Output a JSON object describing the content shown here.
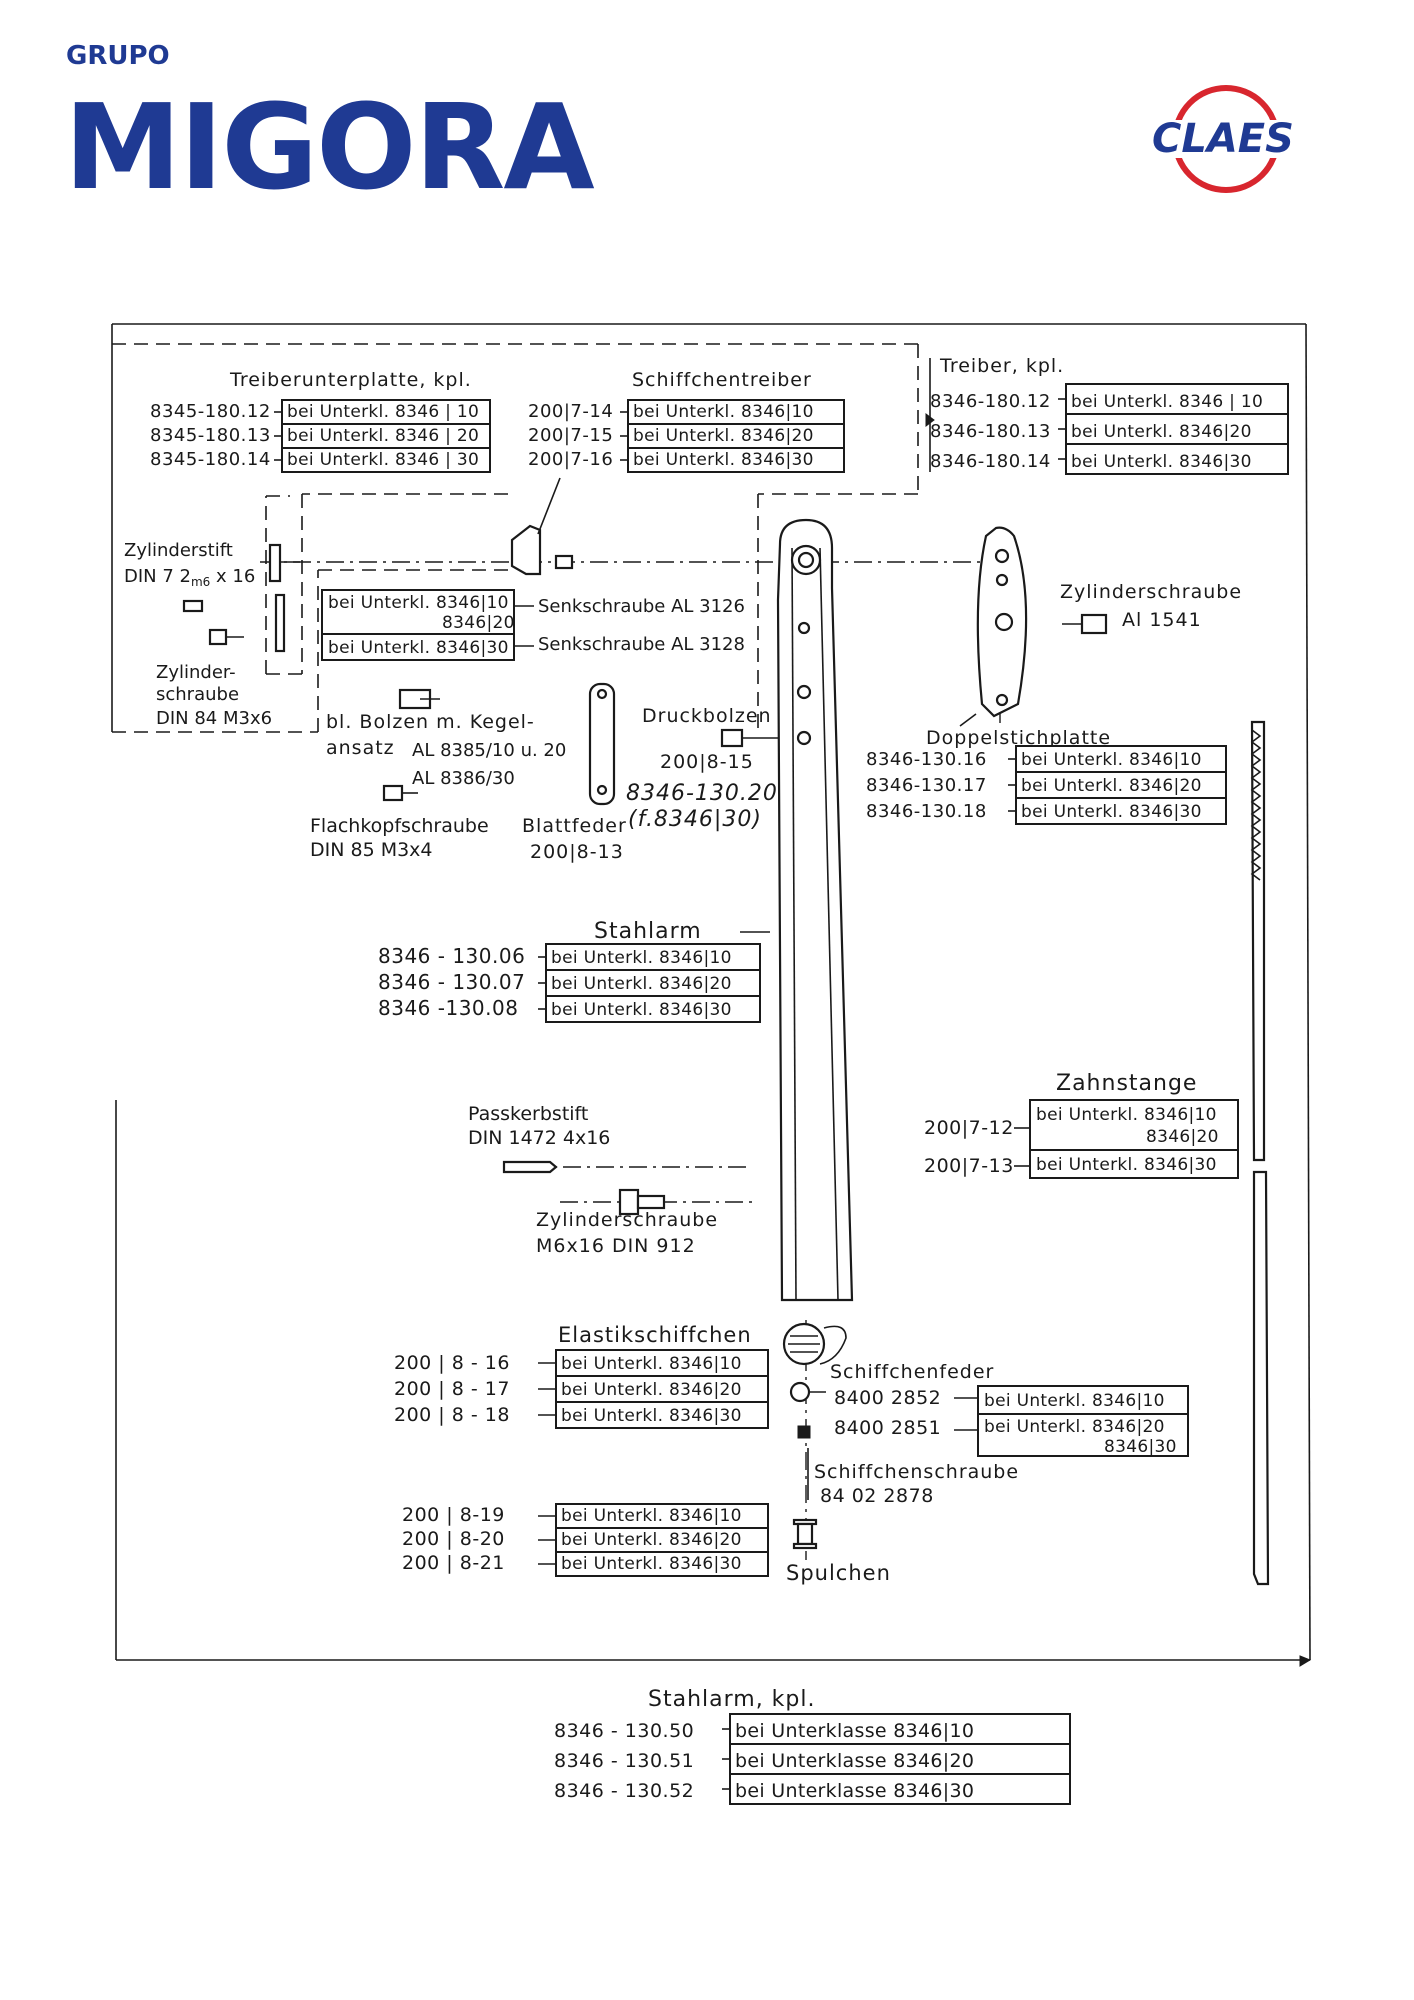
{
  "logos": {
    "migora_small": "GRUPO",
    "migora_big": "MIGORA",
    "claes": "CLAES",
    "migora_color": "#1f3a93",
    "claes_red": "#d8262e",
    "claes_blue": "#1f3a93"
  },
  "groups": {
    "treiberunterplatte": {
      "title": "Treiberunterplatte, kpl.",
      "rows": [
        {
          "part": "8345-180.12",
          "box": "bei Unterkl. 8346 | 10"
        },
        {
          "part": "8345-180.13",
          "box": "bei Unterkl. 8346 | 20"
        },
        {
          "part": "8345-180.14",
          "box": "bei Unterkl. 8346 | 30"
        }
      ]
    },
    "schiffchentreiber": {
      "title": "Schiffchentreiber",
      "rows": [
        {
          "part": "200|7-14",
          "box": "bei Unterkl. 8346|10"
        },
        {
          "part": "200|7-15",
          "box": "bei Unterkl. 8346|20"
        },
        {
          "part": "200|7-16",
          "box": "bei Unterkl. 8346|30"
        }
      ]
    },
    "treiber": {
      "title": "Treiber, kpl.",
      "rows": [
        {
          "part": "8346-180.12",
          "box": "bei Unterkl. 8346 | 10"
        },
        {
          "part": "8346-180.13",
          "box": "bei Unterkl. 8346|20"
        },
        {
          "part": "8346-180.14",
          "box": "bei Unterkl. 8346|30"
        }
      ]
    },
    "zylinderstift": {
      "l1": "Zylinderstift",
      "l2a": "DIN 7 2",
      "l2sub": "m6",
      "l2b": " x 16"
    },
    "senkschraube": {
      "box1a": "bei Unterkl. 8346|10",
      "box1b": "8346|20",
      "box2": "bei Unterkl. 8346|30",
      "lab1": "Senkschraube AL 3126",
      "lab2": "Senkschraube AL 3128"
    },
    "zylinderschraube_din84": {
      "l1": "Zylinder-",
      "l2": "schraube",
      "l3": "DIN 84 M3x6"
    },
    "zylinderschraube_al": {
      "l1": "Zylinderschraube",
      "l2": "Al 1541"
    },
    "bolzen": {
      "l1": "bl. Bolzen m. Kegel-",
      "l2": "ansatz",
      "l3": "AL 8385/10 u. 20",
      "l4": "AL 8386/30"
    },
    "flachkopf": {
      "l1": "Flachkopfschraube",
      "l2": "DIN 85 M3x4"
    },
    "druckbolzen": {
      "l1": "Druckbolzen",
      "l2": "200|8-15"
    },
    "blattfeder": {
      "l1": "Blattfeder",
      "l2": "200|8-13",
      "p1": "8346-130.20",
      "p2": "(f.8346|30)"
    },
    "doppelstichplatte": {
      "title": "Doppelstichplatte",
      "rows": [
        {
          "part": "8346-130.16",
          "box": "bei Unterkl. 8346|10"
        },
        {
          "part": "8346-130.17",
          "box": "bei Unterkl. 8346|20"
        },
        {
          "part": "8346-130.18",
          "box": "bei Unterkl. 8346|30"
        }
      ]
    },
    "stahlarm": {
      "title": "Stahlarm",
      "rows": [
        {
          "part": "8346 - 130.06",
          "box": "bei Unterkl. 8346|10"
        },
        {
          "part": "8346 - 130.07",
          "box": "bei Unterkl. 8346|20"
        },
        {
          "part": "8346 -130.08",
          "box": "bei Unterkl. 8346|30"
        }
      ]
    },
    "zahnstange": {
      "title": "Zahnstange",
      "p1": "200|7-12",
      "b1a": "bei Unterkl. 8346|10",
      "b1b": "8346|20",
      "p2": "200|7-13",
      "b2": "bei Unterkl. 8346|30"
    },
    "passkerbstift": {
      "l1": "Passkerbstift",
      "l2": "DIN 1472 4x16"
    },
    "zylinderschraube_m6": {
      "l1": "Zylinderschraube",
      "l2": "M6x16   DIN 912"
    },
    "elastikschiffchen": {
      "title": "Elastikschiffchen",
      "rows": [
        {
          "part": "200 | 8 - 16",
          "box": "bei Unterkl. 8346|10"
        },
        {
          "part": "200 | 8 - 17",
          "box": "bei Unterkl. 8346|20"
        },
        {
          "part": "200 | 8 - 18",
          "box": "bei Unterkl. 8346|30"
        }
      ]
    },
    "schiffchenfeder": {
      "title": "Schiffchenfeder",
      "p1": "8400 2852",
      "b1": "bei Unterkl. 8346|10",
      "p2": "8400 2851",
      "b2a": "bei Unterkl. 8346|20",
      "b2b": "8346|30"
    },
    "schiffchenschraube": {
      "l1": "Schiffchenschraube",
      "l2": "84 02 2878"
    },
    "spulchen": {
      "title": "Spulchen",
      "rows": [
        {
          "part": "200 | 8-19",
          "box": "bei Unterkl. 8346|10"
        },
        {
          "part": "200 | 8-20",
          "box": "bei Unterkl. 8346|20"
        },
        {
          "part": "200 | 8-21",
          "box": "bei Unterkl. 8346|30"
        }
      ]
    },
    "stahlarm_kpl": {
      "title": "Stahlarm, kpl.",
      "rows": [
        {
          "part": "8346 - 130.50",
          "box": "bei Unterklasse  8346|10"
        },
        {
          "part": "8346 - 130.51",
          "box": "bei Unterklasse   8346|20"
        },
        {
          "part": "8346 - 130.52",
          "box": "bei Unterklasse  8346|30"
        }
      ]
    }
  }
}
